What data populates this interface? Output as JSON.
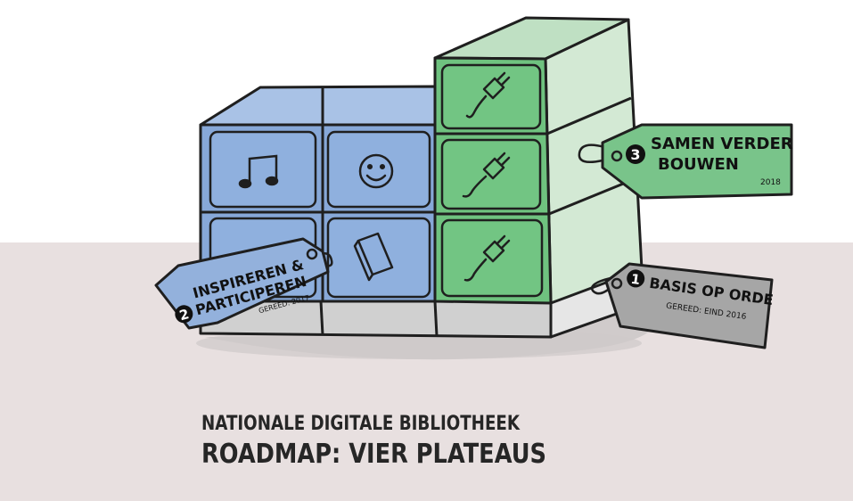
{
  "title": {
    "line1": "NATIONALE DIGITALE BIBLIOTHEEK",
    "line2": "ROADMAP: VIER PLATEAUS"
  },
  "tags": {
    "basis": {
      "number": "1",
      "label": "BASIS OP ORDE",
      "date": "GEREED: EIND 2016"
    },
    "inspireren": {
      "number": "2",
      "label_line1": "INSPIREREN &",
      "label_line2": "PARTICIPEREN",
      "date": "GEREED: 2017"
    },
    "samen": {
      "number": "3",
      "label_line1": "SAMEN VERDER",
      "label_line2": "BOUWEN",
      "date": "2018"
    }
  },
  "icons": {
    "blue_top_left": "music-note-icon",
    "blue_top_right": "smiley-icon",
    "blue_bottom_right": "book-icon",
    "green_cells": "plug-icon"
  },
  "colors": {
    "blue_face": "#87a8d8",
    "blue_panel": "#8fb0de",
    "blue_top": "#a9c2e6",
    "green_face": "#6fc27f",
    "green_side": "#d3e9d4",
    "grey_tag": "#a6a6a6",
    "blue_tag": "#93b1dc",
    "green_tag": "#79c48a",
    "ground": "#e8e0e0",
    "outline": "#1f1f1f"
  }
}
